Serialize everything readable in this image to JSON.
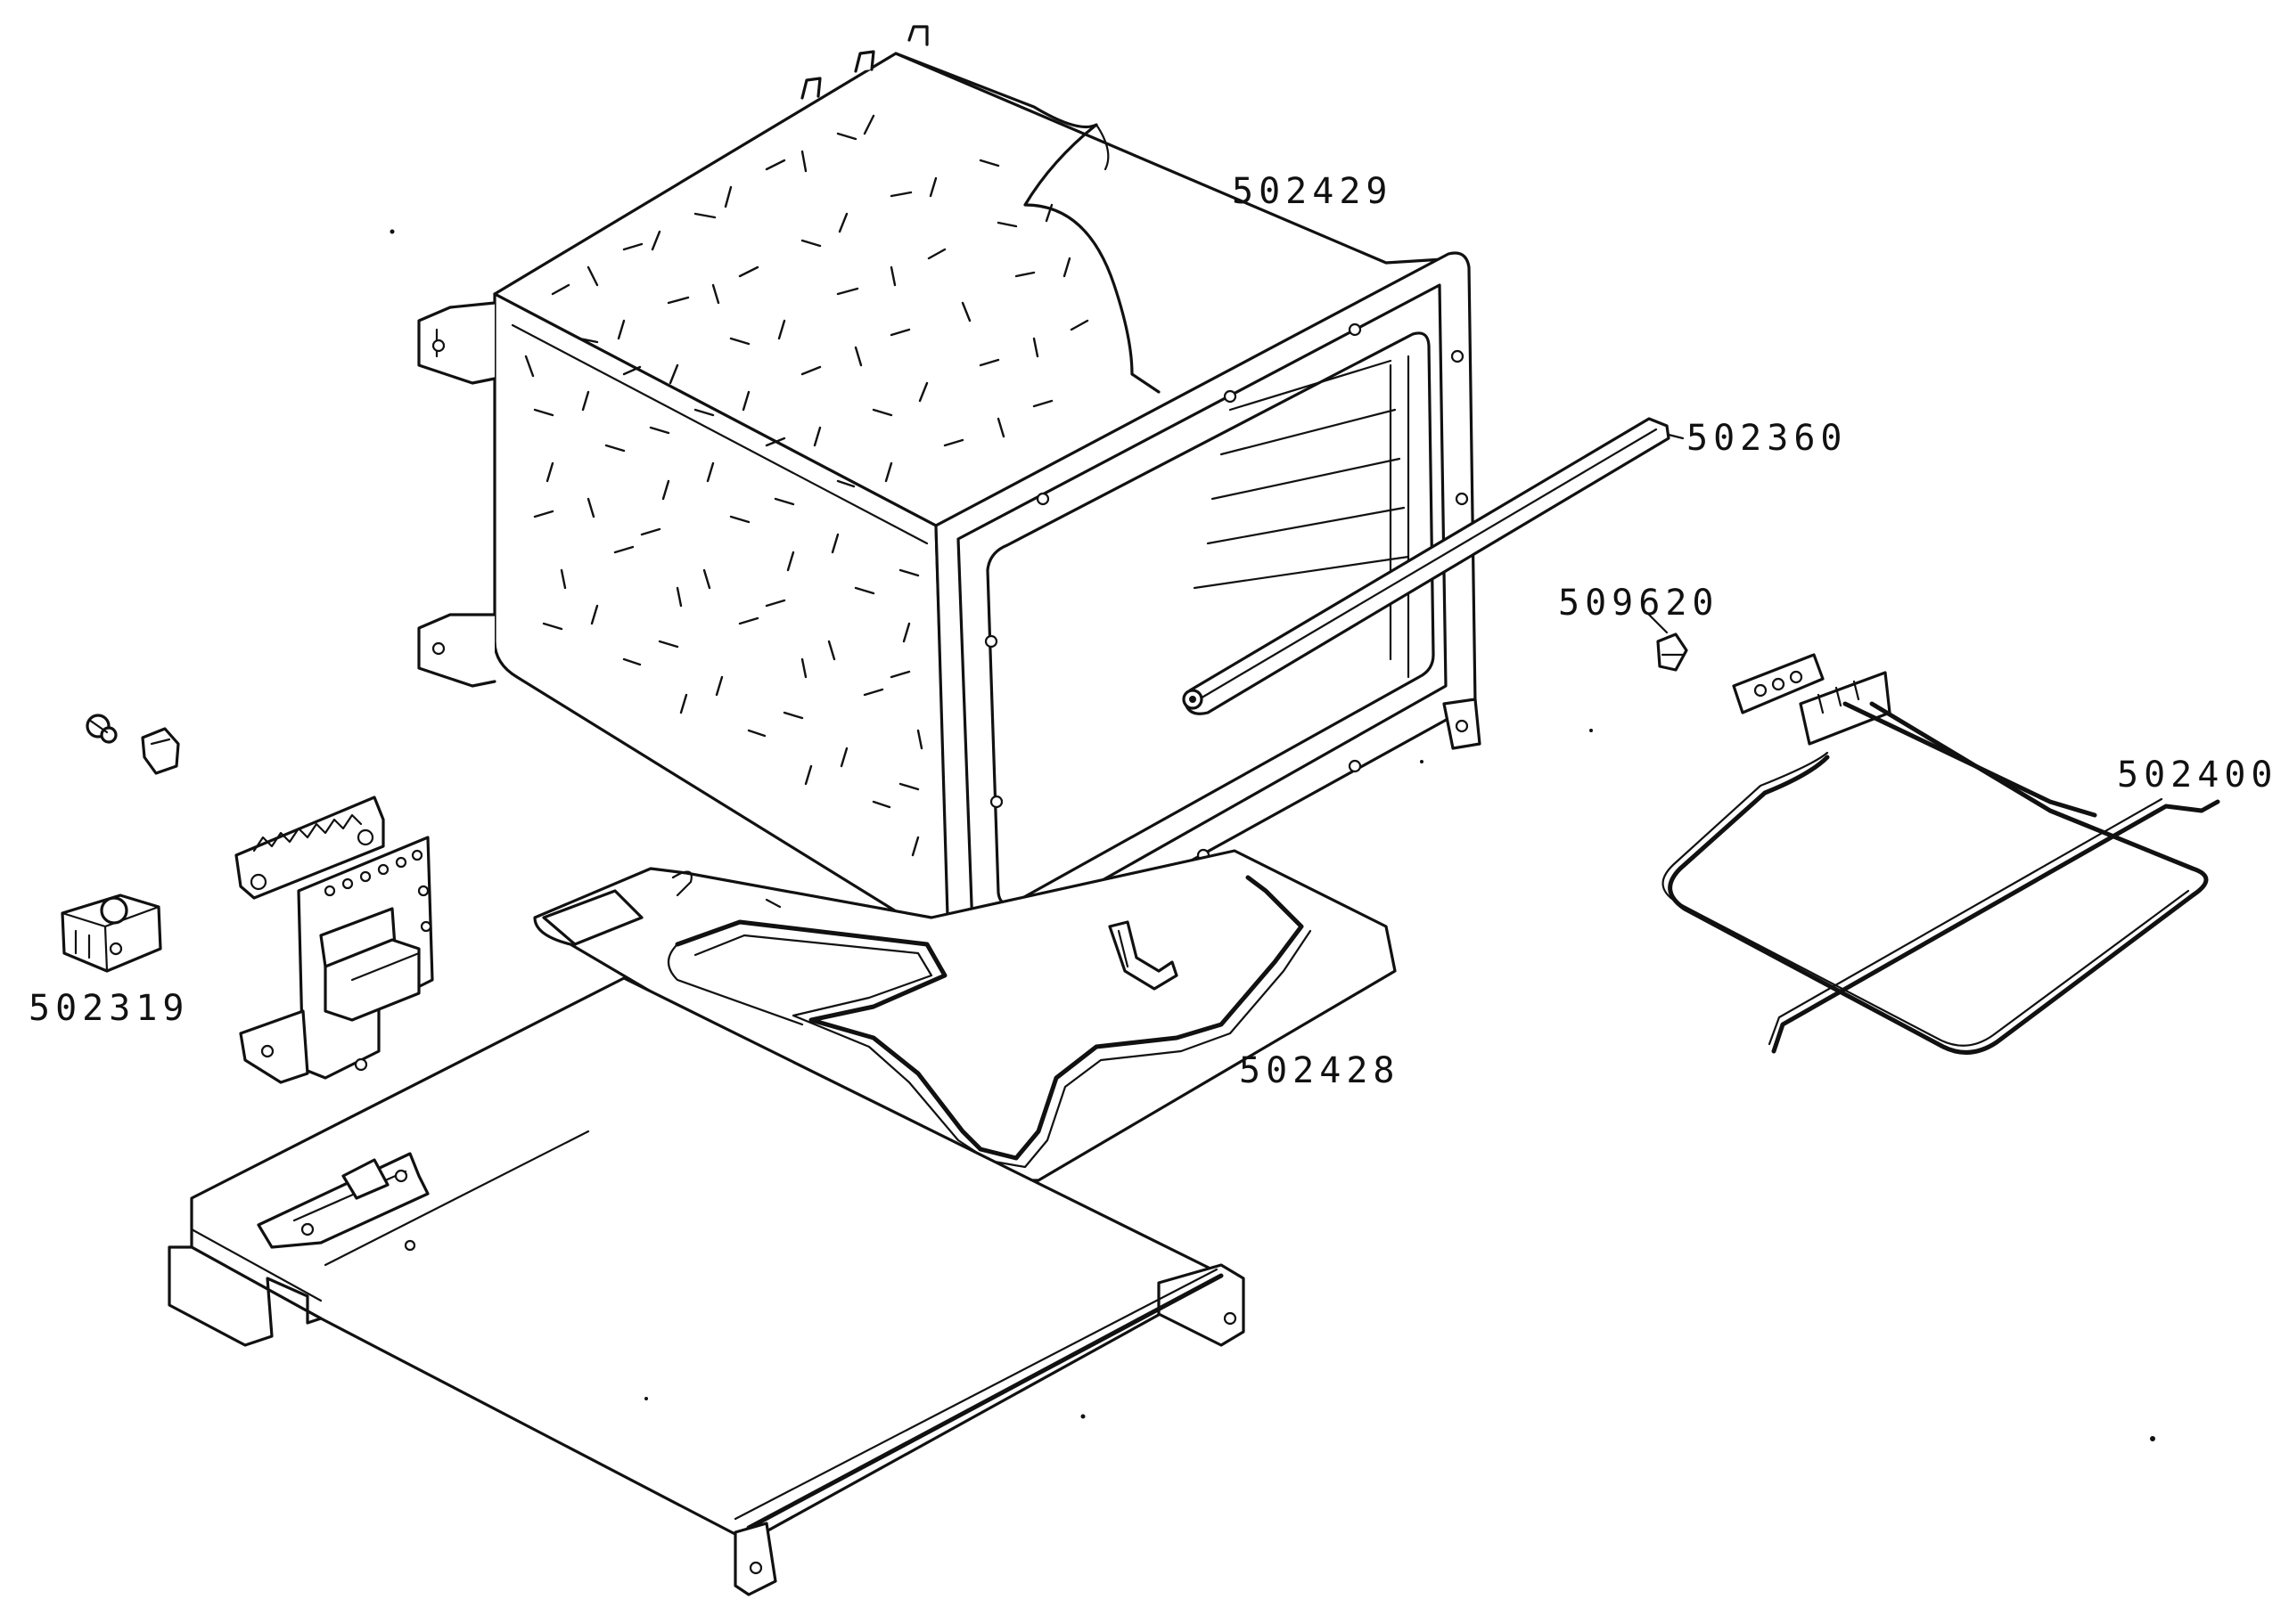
{
  "diagram": {
    "parts": [
      {
        "id": "502429",
        "label": "502429"
      },
      {
        "id": "502360",
        "label": "502360"
      },
      {
        "id": "509620",
        "label": "509620"
      },
      {
        "id": "502400",
        "label": "502400"
      },
      {
        "id": "502319",
        "label": "502319"
      },
      {
        "id": "502428",
        "label": "502428"
      }
    ]
  }
}
